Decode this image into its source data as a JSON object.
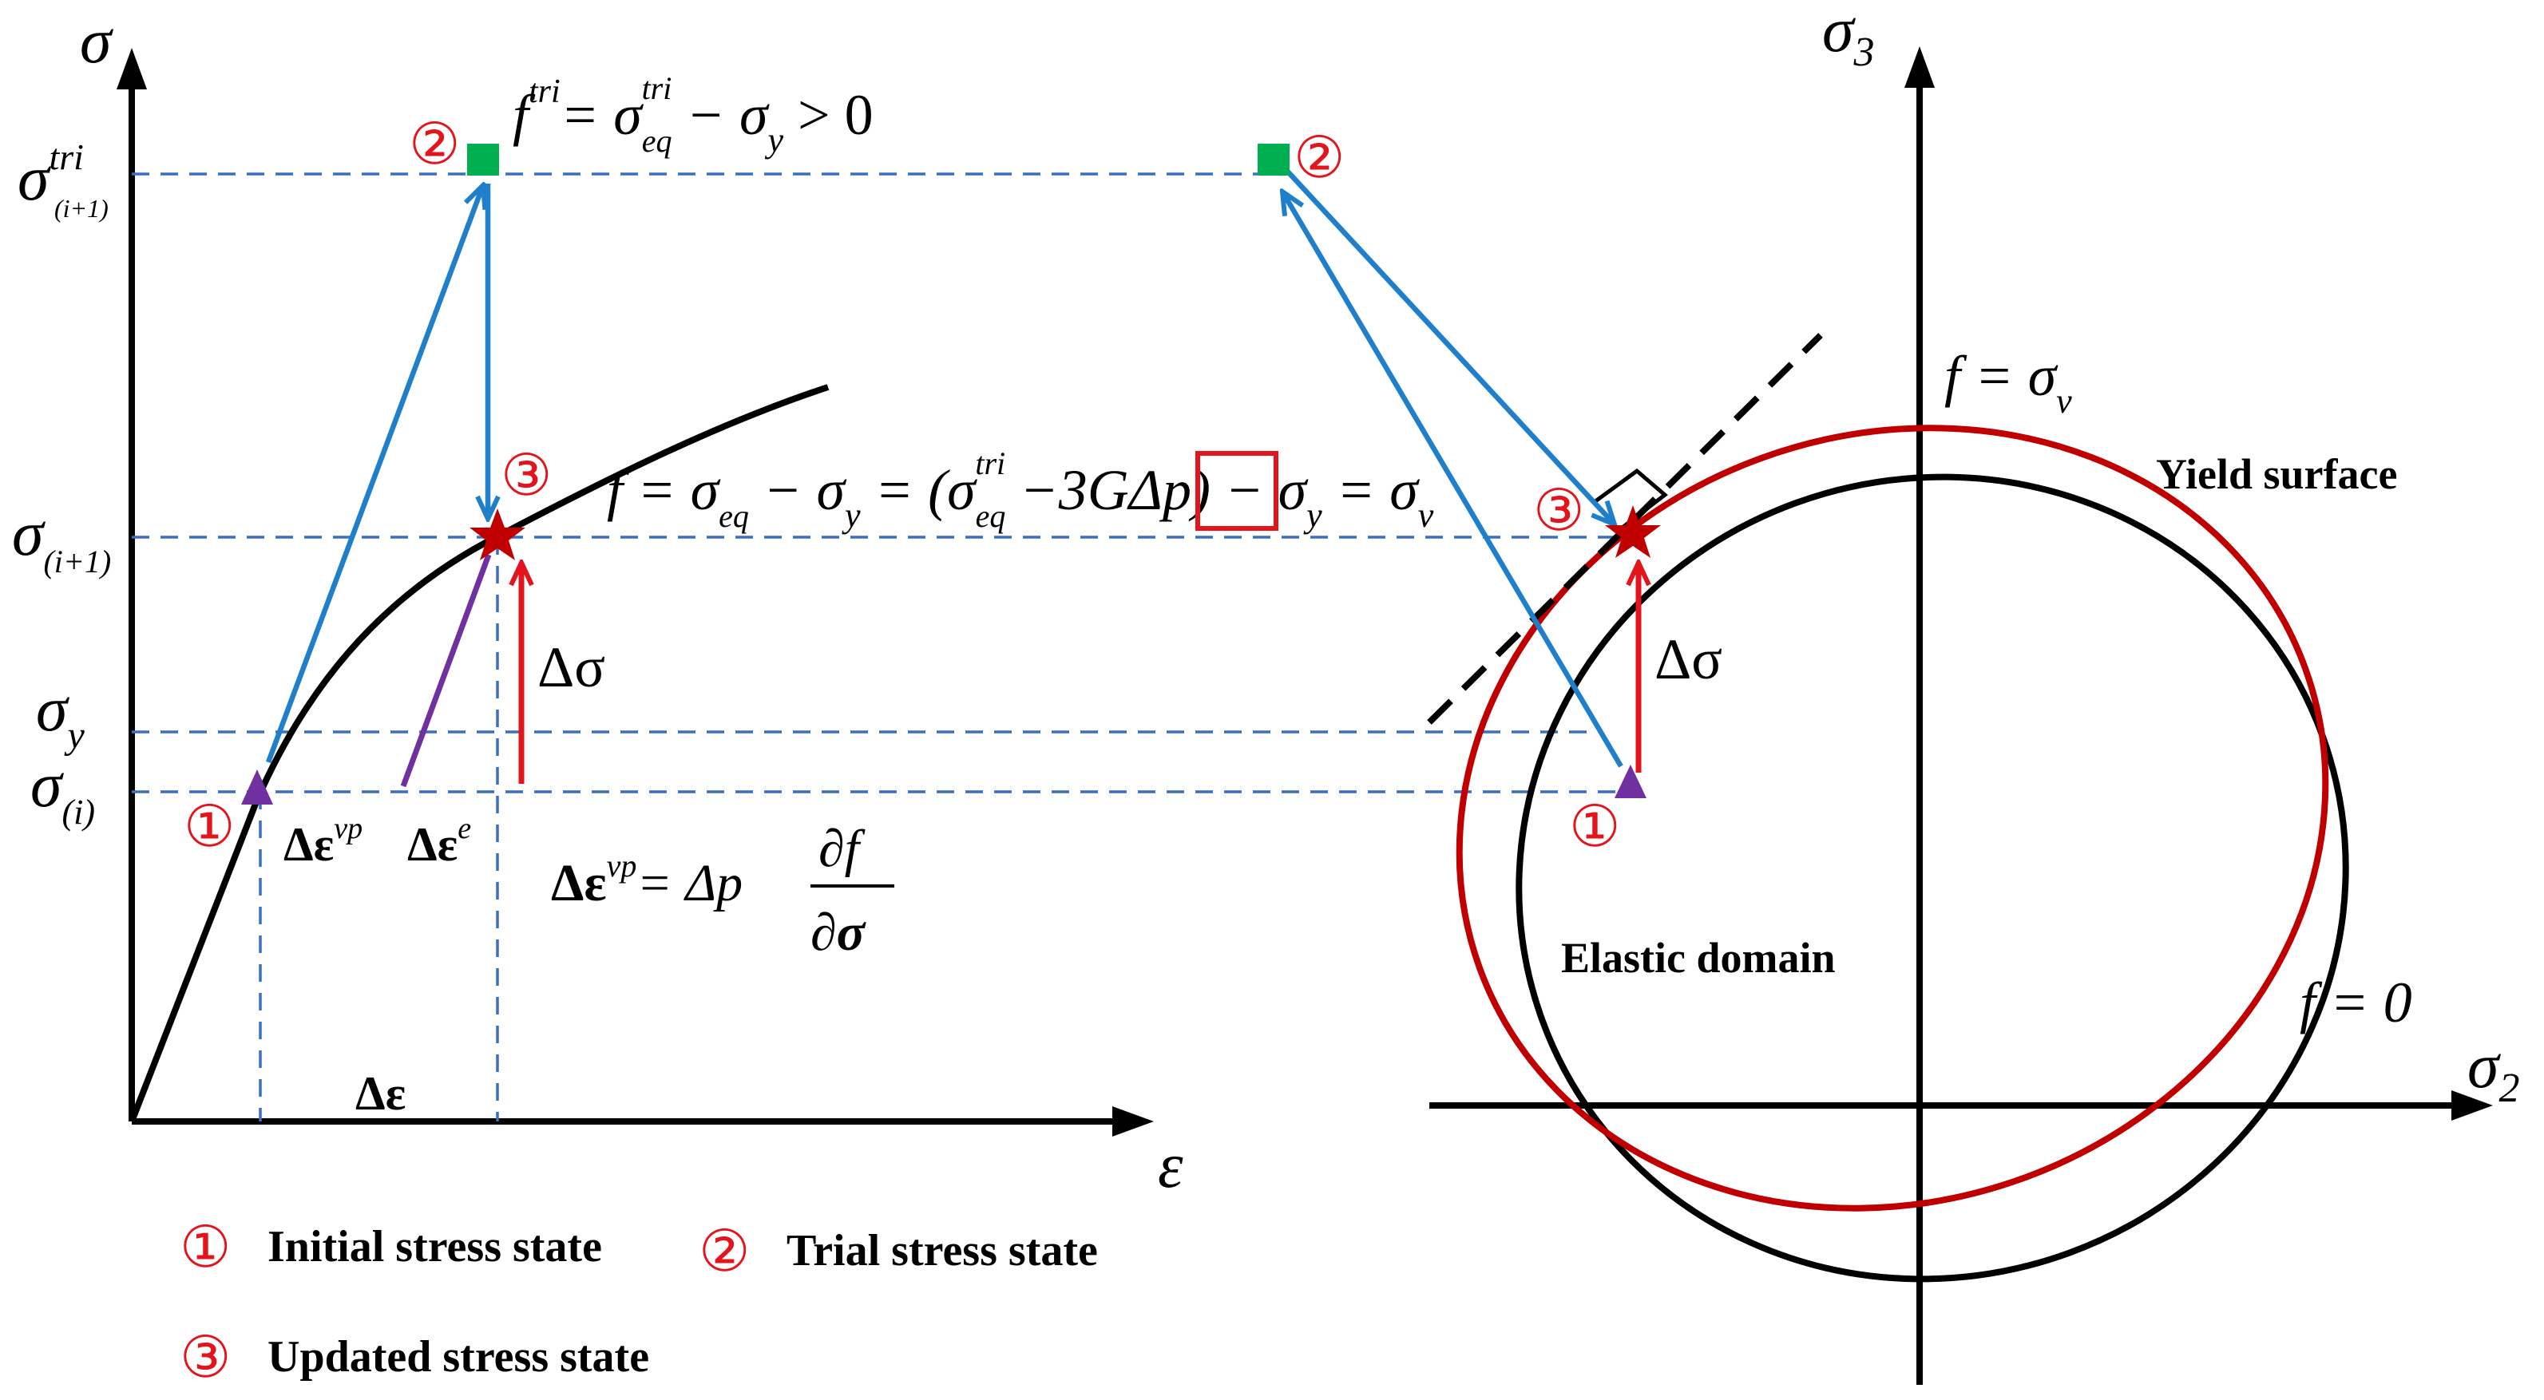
{
  "colors": {
    "axis": "#000000",
    "curve": "#000000",
    "blue_arrow": "#1f7fcb",
    "dashed_guide": "#3a6fc4",
    "red": "#e3141b",
    "yield_surface": "#c00000",
    "purple": "#7030a0",
    "green": "#00b050",
    "star": "#c00000"
  },
  "left_plot": {
    "y_axis_label": "σ",
    "x_axis_label": "ε",
    "y_ticks": {
      "trial": {
        "base": "σ",
        "sup": "tri",
        "sub": "(i+1)"
      },
      "updated": {
        "base": "σ",
        "sub": "(i+1)"
      },
      "yield": {
        "base": "σ",
        "sub": "y"
      },
      "initial": {
        "base": "σ",
        "sub": "(i)"
      }
    },
    "delta_eps_label": "Δε",
    "delta_eps_vp": {
      "base": "Δε",
      "sup": "vp"
    },
    "delta_eps_e": {
      "base": "Δε",
      "sup": "e"
    },
    "delta_sigma": "Δσ",
    "flow_rule": {
      "lhs_base": "Δε",
      "lhs_sup": "vp",
      "eq": "= Δp",
      "num": "∂f",
      "den": "∂σ"
    },
    "trial_eq": {
      "f": "f",
      "f_sup": "tri",
      "eq": "= σ",
      "eq_sub": "eq",
      "eq_sup": "tri",
      "rest": " − σ",
      "rest_sub": "y",
      "tail": " > 0"
    },
    "update_eq": {
      "a": "f = σ",
      "a_sub": "eq",
      "b": " − σ",
      "b_sub": "y",
      "c": " = (σ",
      "c_sub": "eq",
      "c_sup": "tri",
      "d": " −3G",
      "box": "Δp",
      "e": ") − σ",
      "e_sub": "y",
      "f": " = σ",
      "f_sub": "v"
    }
  },
  "right_plot": {
    "sigma3": {
      "base": "σ",
      "sub": "3"
    },
    "sigma2": {
      "base": "σ",
      "sub": "2"
    },
    "yield_surface_label": "Yield surface",
    "elastic_domain_label": "Elastic domain",
    "f_sigma_v": {
      "base": "f = σ",
      "sub": "v"
    },
    "f_zero": "f = 0",
    "delta_sigma": "Δσ"
  },
  "markers": {
    "one": "①",
    "two": "②",
    "three": "③"
  },
  "legend": {
    "initial": "Initial stress state",
    "trial": "Trial stress state",
    "updated": "Updated stress state"
  }
}
